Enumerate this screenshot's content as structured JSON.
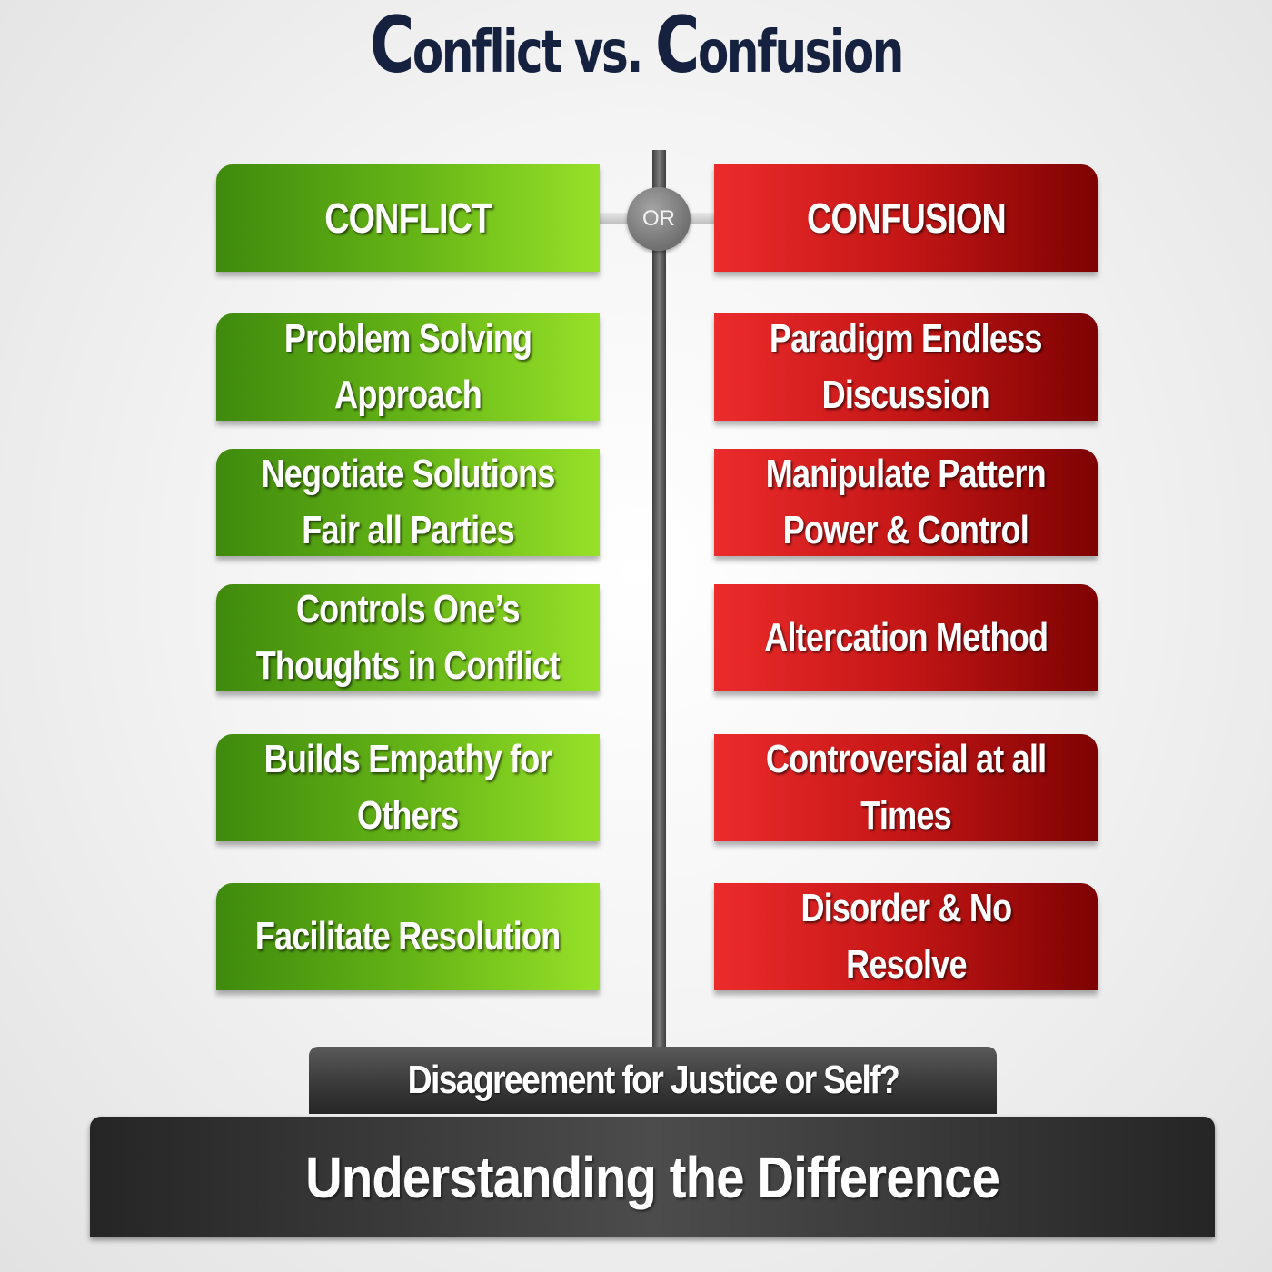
{
  "title": {
    "initial_1": "C",
    "rest_1": "onflict vs. ",
    "initial_2": "C",
    "rest_2": "onfusion"
  },
  "divider": {
    "label": "OR"
  },
  "left_column": {
    "header": "CONFLICT",
    "items": [
      {
        "line1": "Problem Solving",
        "line2": "Approach"
      },
      {
        "line1": "Negotiate Solutions",
        "line2": "Fair all Parties"
      },
      {
        "line1": "Controls One’s",
        "line2": "Thoughts in Conflict"
      },
      {
        "line1": "Builds Empathy for",
        "line2": "Others"
      },
      {
        "line1": "Facilitate Resolution",
        "line2": ""
      }
    ]
  },
  "right_column": {
    "header": "CONFUSION",
    "items": [
      {
        "line1": "Paradigm Endless",
        "line2": "Discussion"
      },
      {
        "line1": "Manipulate Pattern",
        "line2": "Power & Control"
      },
      {
        "line1": "Altercation Method",
        "line2": ""
      },
      {
        "line1": "Controversial at all",
        "line2": "Times"
      },
      {
        "line1": "Disorder & No",
        "line2": "Resolve"
      }
    ]
  },
  "base": {
    "question": "Disagreement for Justice or Self?",
    "caption": "Understanding the Difference"
  },
  "colors": {
    "title": "#16213f",
    "conflict_green_dark": "#3f8a0d",
    "conflict_green_light": "#97e128",
    "confusion_red_light": "#ec2b2b",
    "confusion_red_dark": "#7e0202",
    "base_dark": "#252525"
  }
}
